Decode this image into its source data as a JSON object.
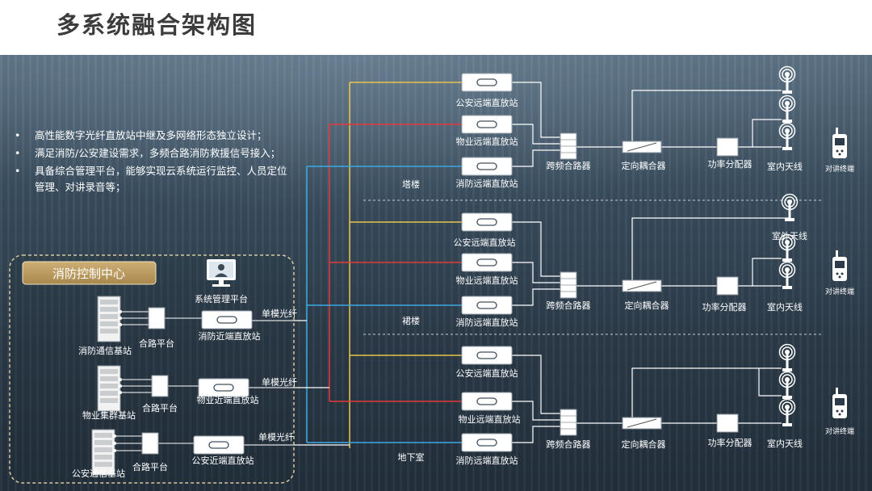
{
  "title": "多系统融合架构图",
  "bullets": [
    "高性能数字光纤直放站中继及多网络形态独立设计；",
    "满足消防/公安建设需求，多频合路消防救援信号接入；",
    "具备综合管理平台，能够实现云系统运行监控、人员定位管理、对讲录音等；"
  ],
  "left": {
    "center_title": "消防控制中心",
    "system_platform": "系统管理平台",
    "fire_bts": "消防通信基站",
    "property_bts": "物业集群基站",
    "public_bts": "公安通信基站",
    "combiner_platform": "合路平台",
    "fire_near": "消防近端直放站",
    "property_near": "物业近端直放站",
    "public_near": "公安近端直放站",
    "fiber": "单模光纤"
  },
  "floors": {
    "tower": "塔楼",
    "podium": "裙楼",
    "basement": "地下室"
  },
  "right": {
    "public_far": "公安远端直放站",
    "property_far": "物业远端直放站",
    "fire_far": "消防远端直放站",
    "combiner": "跨频合路器",
    "coupler": "定向耦合器",
    "splitter": "功率分配器",
    "indoor_antenna": "室内天线",
    "outdoor_antenna": "室外天线",
    "walkie_terminal": "对讲终端"
  },
  "colors": {
    "public_line": "#e8c34a",
    "property_line": "#e23a3a",
    "fire_line": "#3aa9e0",
    "badge": "#b9975b"
  }
}
